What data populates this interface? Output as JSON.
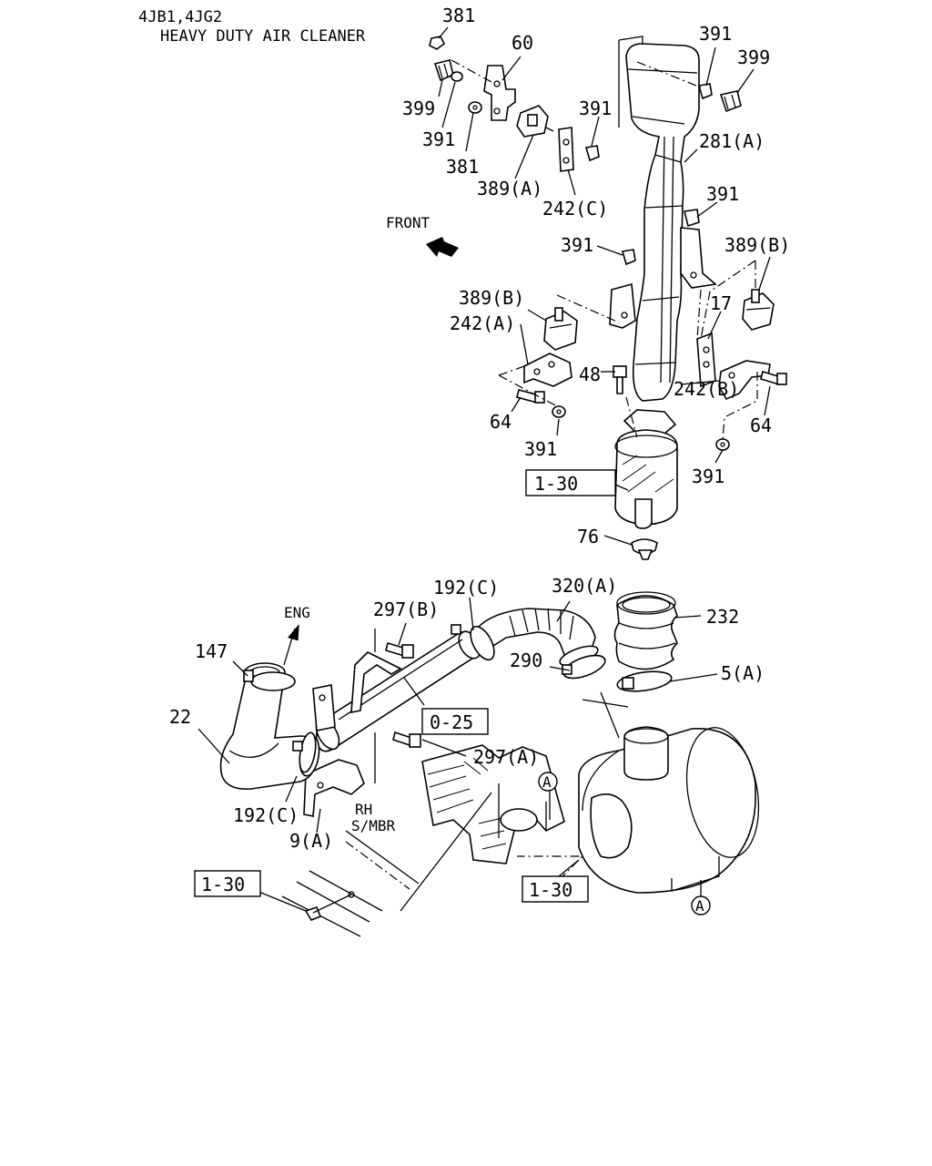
{
  "header": {
    "line1": "4JB1,4JG2",
    "line2": "HEAVY DUTY AIR CLEANER"
  },
  "directions": {
    "front": "FRONT",
    "eng": "ENG",
    "rh": "RH",
    "smbr": "S/MBR"
  },
  "refs": {
    "r1_30_a": "1-30",
    "r1_30_b": "1-30",
    "r1_30_c": "1-30",
    "r0_25": "0-25",
    "circle_a1": "A",
    "circle_a2": "A"
  },
  "parts": {
    "p381_top": "381",
    "p60": "60",
    "p391_top": "391",
    "p399_right": "399",
    "p399_left": "399",
    "p391_mid": "391",
    "p391_left": "391",
    "p281a": "281(A)",
    "p381_low": "381",
    "p389a": "389(A)",
    "p242c": "242(C)",
    "p391_r2": "391",
    "p391_c2": "391",
    "p389b_r": "389(B)",
    "p389b_l": "389(B)",
    "p17": "17",
    "p242a": "242(A)",
    "p48": "48",
    "p242b": "242(B)",
    "p64_l": "64",
    "p64_r": "64",
    "p391_bl": "391",
    "p391_br": "391",
    "p76": "76",
    "p192c_top": "192(C)",
    "p320a": "320(A)",
    "p297b": "297(B)",
    "p232": "232",
    "p147": "147",
    "p290": "290",
    "p5a": "5(A)",
    "p22": "22",
    "p297a": "297(A)",
    "p192c_bot": "192(C)",
    "p9a": "9(A)"
  }
}
